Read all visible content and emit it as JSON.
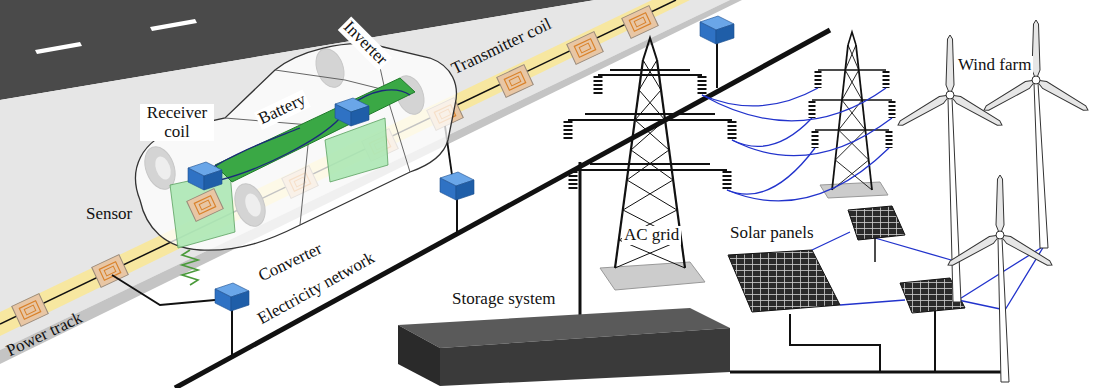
{
  "diagram": {
    "labels": [
      "Transmitter coil",
      "Inverter",
      "Receiver coil",
      "Battery",
      "Sensor",
      "Converter",
      "Power track",
      "Electricity network",
      "Storage system",
      "AC grid",
      "Solar panels",
      "Wind farm"
    ]
  }
}
